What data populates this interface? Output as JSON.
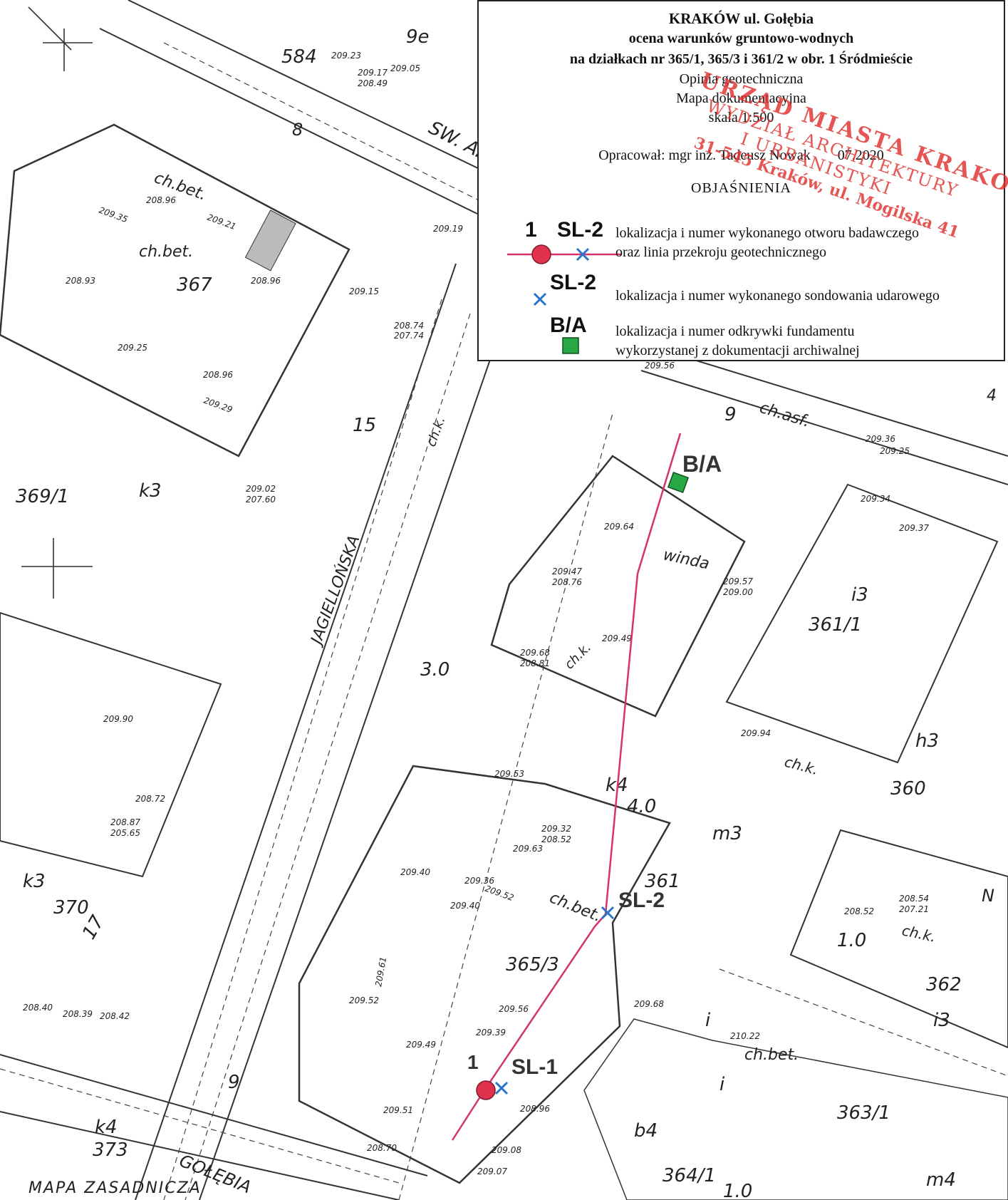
{
  "legend": {
    "title_line1": "KRAKÓW ul. Gołębia",
    "title_line2": "ocena warunków gruntowo-wodnych",
    "title_line3": "na działkach nr 365/1, 365/3 i 361/2 w obr. 1 Śródmieście",
    "subtitle1": "Opinia geotechniczna",
    "subtitle2": "Mapa dokumentacyjna",
    "scale": "skala 1:500",
    "author": "Opracował: mgr inż. Tadeusz Nowak",
    "date": "07.2020",
    "heading": "OBJAŚNIENIA",
    "items": [
      {
        "label_num": "1",
        "label_code": "SL-2",
        "text1": "lokalizacja i numer wykonanego otworu badawczego",
        "text2": "oraz linia przekroju geotechnicznego"
      },
      {
        "label_code": "SL-2",
        "text1": "lokalizacja i numer wykonanego sondowania udarowego"
      },
      {
        "label_code": "B/A",
        "text1": "lokalizacja i numer odkrywki fundamentu",
        "text2": "wykorzystanej z dokumentacji archiwalnej"
      }
    ]
  },
  "stamp": {
    "line1": "URZĄD MIASTA KRAKOWA",
    "line2": "WYDZIAŁ ARCHITEKTURY",
    "line3": "I URBANISTYKI",
    "line4": "31-545 Kraków, ul. Mogilska 41"
  },
  "colors": {
    "section_line": "#d6336c",
    "borehole": "#e0314f",
    "sounding": "#2b74c9",
    "excavation": "#27a844",
    "stamp": "#e0302f",
    "map_lines": "#333333"
  },
  "map": {
    "points": [
      {
        "label": "1",
        "type": "borehole"
      },
      {
        "label": "SL-1",
        "type": "sounding"
      },
      {
        "label": "SL-2",
        "type": "sounding"
      },
      {
        "label": "B/A",
        "type": "excavation"
      }
    ],
    "parcels": [
      "367",
      "369/1",
      "370",
      "373",
      "365/3",
      "361/1",
      "360",
      "362",
      "363/1",
      "364/1",
      "361"
    ],
    "land_use": [
      "k3",
      "k3",
      "k4",
      "k4",
      "i3",
      "i3",
      "h3",
      "m3",
      "m4",
      "b4",
      "i",
      "i"
    ],
    "storeys": [
      "3.0",
      "4.0",
      "1.0",
      "1.0"
    ],
    "street_labels": [
      "SW. AN",
      "JAGIELLOŃSKA",
      "GOŁĘBIA",
      "ch.asf."
    ],
    "building_labels": [
      "ch.bet.",
      "ch.bet.",
      "ch.bet.",
      "ch.bet.",
      "ch.k.",
      "ch.k.",
      "ch.k.",
      "ch.k.",
      "winda"
    ],
    "numbers": [
      "15",
      "17",
      "9",
      "9",
      "8",
      "584",
      "9e",
      "4"
    ],
    "elevations": [
      "209.23",
      "209.05",
      "209.17",
      "208.49",
      "209.35",
      "208.96",
      "209.21",
      "209.19",
      "208.93",
      "208.96",
      "209.15",
      "209.25",
      "208.96",
      "209.29",
      "208.74",
      "207.74",
      "209.02",
      "207.60",
      "209.64",
      "209.47",
      "208.76",
      "209.57",
      "209.00",
      "209.49",
      "209.68",
      "208.81",
      "209.94",
      "209.53",
      "209.32",
      "208.52",
      "209.63",
      "209.40",
      "209.36",
      "209.40",
      "209.52",
      "209.56",
      "209.61",
      "209.52",
      "209.68",
      "209.39",
      "209.49",
      "209.51",
      "208.96",
      "208.70",
      "209.08",
      "209.07",
      "208.54",
      "207.21",
      "210.22",
      "208.52",
      "209.90",
      "208.87",
      "205.65",
      "208.72",
      "208.40",
      "208.39",
      "208.42",
      "209.36",
      "209.25",
      "209.37",
      "209.34",
      "209.56"
    ],
    "corner_label": "MAPA ZASADNICZA",
    "compass": "N"
  }
}
